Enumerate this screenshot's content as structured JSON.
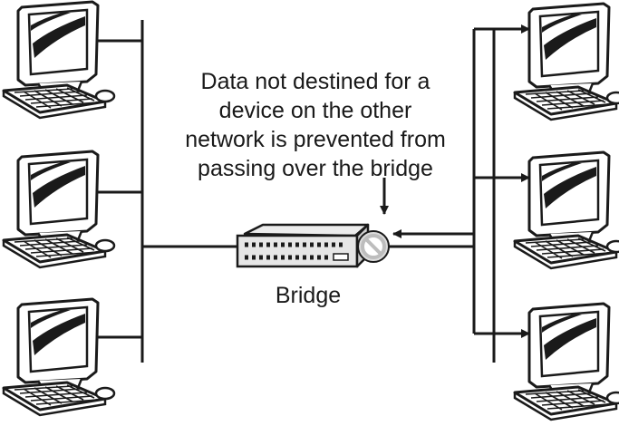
{
  "annotation": {
    "lines": [
      "Data not destined for a",
      "device on the other",
      "network is prevented from",
      "passing over the bridge"
    ]
  },
  "bridge": {
    "label": "Bridge"
  },
  "icons": [
    "computer-icon",
    "bridge-icon",
    "blocked-icon",
    "arrow-icon"
  ],
  "colors": {
    "line": "#1a1a1a",
    "monitor_fill": "#ffffff",
    "bridge_fill": "#e6e6e6",
    "block_fill": "#dcdcdc"
  }
}
